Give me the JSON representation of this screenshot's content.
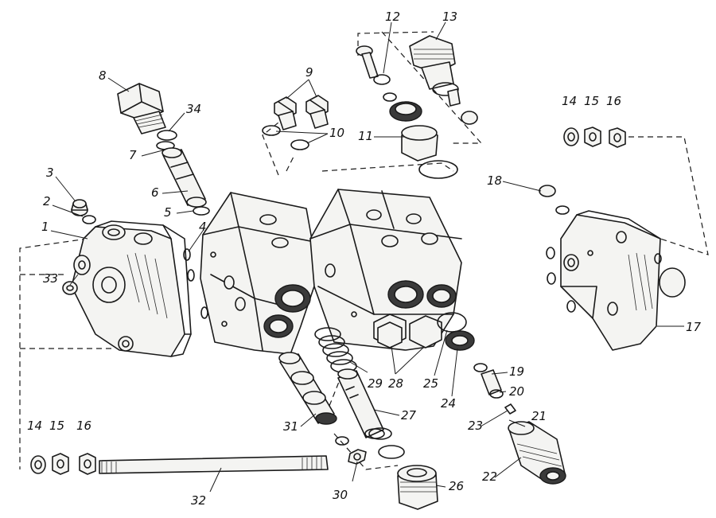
{
  "labels": [
    {
      "id": "l1",
      "text": "1"
    },
    {
      "id": "l2",
      "text": "2"
    },
    {
      "id": "l3",
      "text": "3"
    },
    {
      "id": "l4",
      "text": "4"
    },
    {
      "id": "l5",
      "text": "5"
    },
    {
      "id": "l6",
      "text": "6"
    },
    {
      "id": "l7",
      "text": "7"
    },
    {
      "id": "l8",
      "text": "8"
    },
    {
      "id": "l9",
      "text": "9"
    },
    {
      "id": "l10",
      "text": "10"
    },
    {
      "id": "l11",
      "text": "11"
    },
    {
      "id": "l12",
      "text": "12"
    },
    {
      "id": "l13",
      "text": "13"
    },
    {
      "id": "l14a",
      "text": "14"
    },
    {
      "id": "l15a",
      "text": "15"
    },
    {
      "id": "l16a",
      "text": "16"
    },
    {
      "id": "l17",
      "text": "17"
    },
    {
      "id": "l18",
      "text": "18"
    },
    {
      "id": "l19",
      "text": "19"
    },
    {
      "id": "l20",
      "text": "20"
    },
    {
      "id": "l21",
      "text": "21"
    },
    {
      "id": "l22",
      "text": "22"
    },
    {
      "id": "l23",
      "text": "23"
    },
    {
      "id": "l24",
      "text": "24"
    },
    {
      "id": "l25",
      "text": "25"
    },
    {
      "id": "l26",
      "text": "26"
    },
    {
      "id": "l27",
      "text": "27"
    },
    {
      "id": "l28",
      "text": "28"
    },
    {
      "id": "l29",
      "text": "29"
    },
    {
      "id": "l30",
      "text": "30"
    },
    {
      "id": "l31",
      "text": "31"
    },
    {
      "id": "l32",
      "text": "32"
    },
    {
      "id": "l33",
      "text": "33"
    },
    {
      "id": "l34",
      "text": "34"
    },
    {
      "id": "l14b",
      "text": "14"
    },
    {
      "id": "l15b",
      "text": "15"
    },
    {
      "id": "l16b",
      "text": "16"
    }
  ]
}
